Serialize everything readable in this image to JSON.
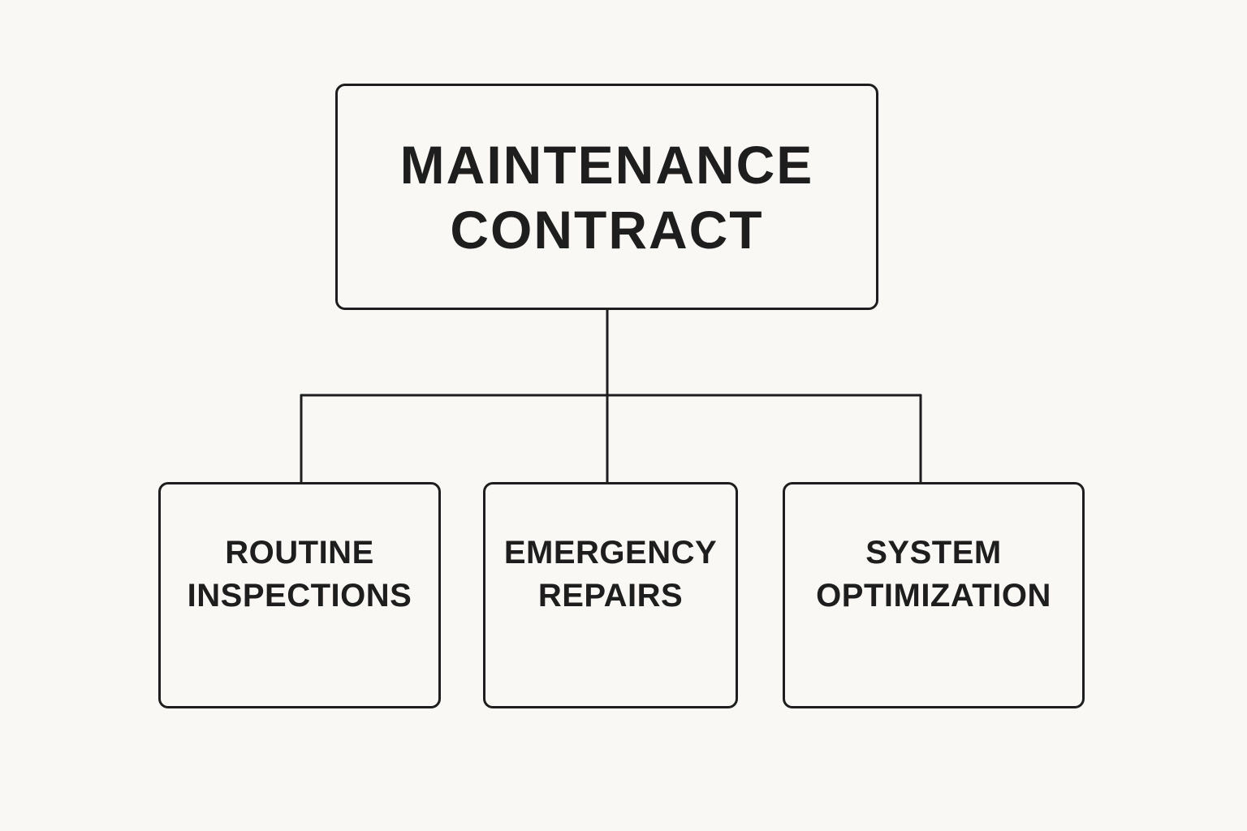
{
  "diagram": {
    "root": {
      "lines": [
        "MAINTENANCE",
        "CONTRACT"
      ]
    },
    "children": [
      {
        "lines": [
          "ROUTINE",
          "INSPECTIONS"
        ]
      },
      {
        "lines": [
          "EMERGENCY",
          "REPAIRS"
        ]
      },
      {
        "lines": [
          "SYSTEM",
          "OPTIMIZATION"
        ]
      }
    ]
  },
  "colors": {
    "background": "#f9f8f4",
    "stroke": "#1e1e1e",
    "text": "#1e1e1e"
  }
}
